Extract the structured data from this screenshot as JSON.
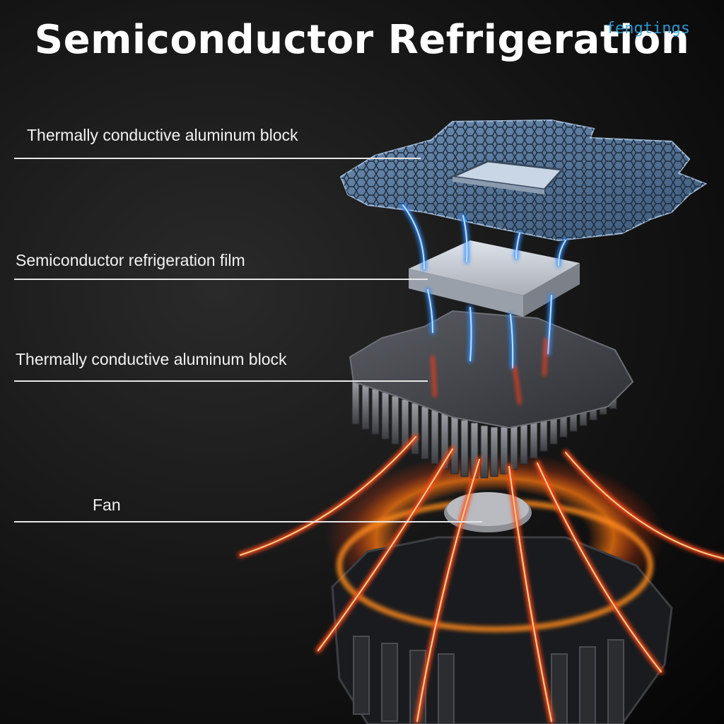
{
  "title": "Semiconductor Refrigeration",
  "watermark": "fengtings",
  "labels": {
    "top_block": "Thermally conductive aluminum block",
    "film": "Semiconductor refrigeration film",
    "bottom_block": "Thermally conductive aluminum block",
    "fan": "Fan"
  },
  "colors": {
    "cold": "#2f8dff",
    "hot": "#ff4a1a",
    "watermark": "#2fa6e6"
  }
}
